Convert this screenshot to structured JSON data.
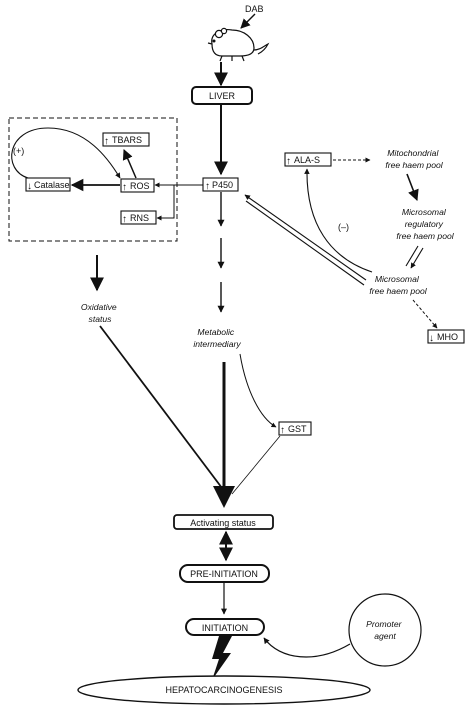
{
  "diagram": {
    "dab": "DAB",
    "liver": "LIVER",
    "p450": "P450",
    "tbars": "TBARS",
    "ros": "ROS",
    "catalase": "Catalase",
    "rns": "RNS",
    "plus": "(+)",
    "minus": "(–)",
    "alas": "ALA-S",
    "mito_line1": "Mitochondrial",
    "mito_line2": "free haem pool",
    "microreg_line1": "Microsomal",
    "microreg_line2": "regulatory",
    "microreg_line3": "free haem pool",
    "micro_line1": "Microsomal",
    "micro_line2": "free haem pool",
    "mho": "MHO",
    "oxidative_line1": "Oxidative",
    "oxidative_line2": "status",
    "metabolic_line1": "Metabolic",
    "metabolic_line2": "intermediary",
    "gst": "GST",
    "activating": "Activating status",
    "preinitiation": "PRE-INITIATION",
    "initiation": "INITIATION",
    "promoter_line1": "Promoter",
    "promoter_line2": "agent",
    "hepato": "HEPATOCARCINOGENESIS"
  }
}
